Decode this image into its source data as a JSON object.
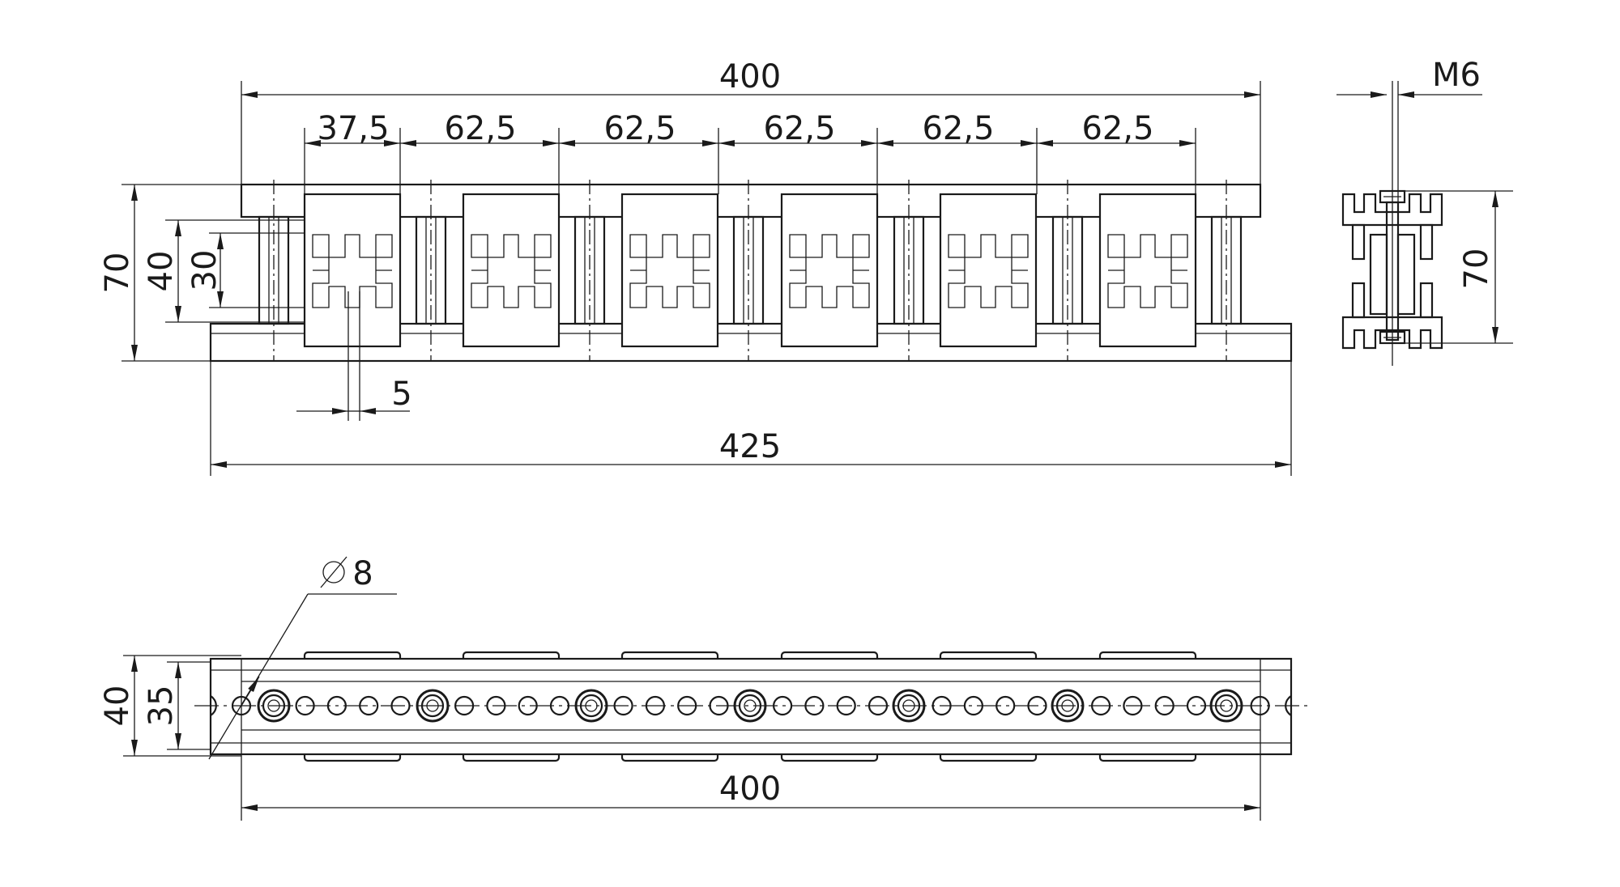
{
  "dimensions": {
    "front_top_overall": "400",
    "pitch_first": "37,5",
    "pitch_repeat": "62,5",
    "thread": "M6",
    "height_overall": "70",
    "height_inner": "40",
    "height_core": "30",
    "gap": "5",
    "front_bottom_overall": "425",
    "side_height": "70",
    "hole_diameter": "8",
    "plan_width_outer": "40",
    "plan_width_inner": "35",
    "plan_length": "400"
  },
  "stroke_color": "#1a1a1a",
  "background_color": "#ffffff"
}
